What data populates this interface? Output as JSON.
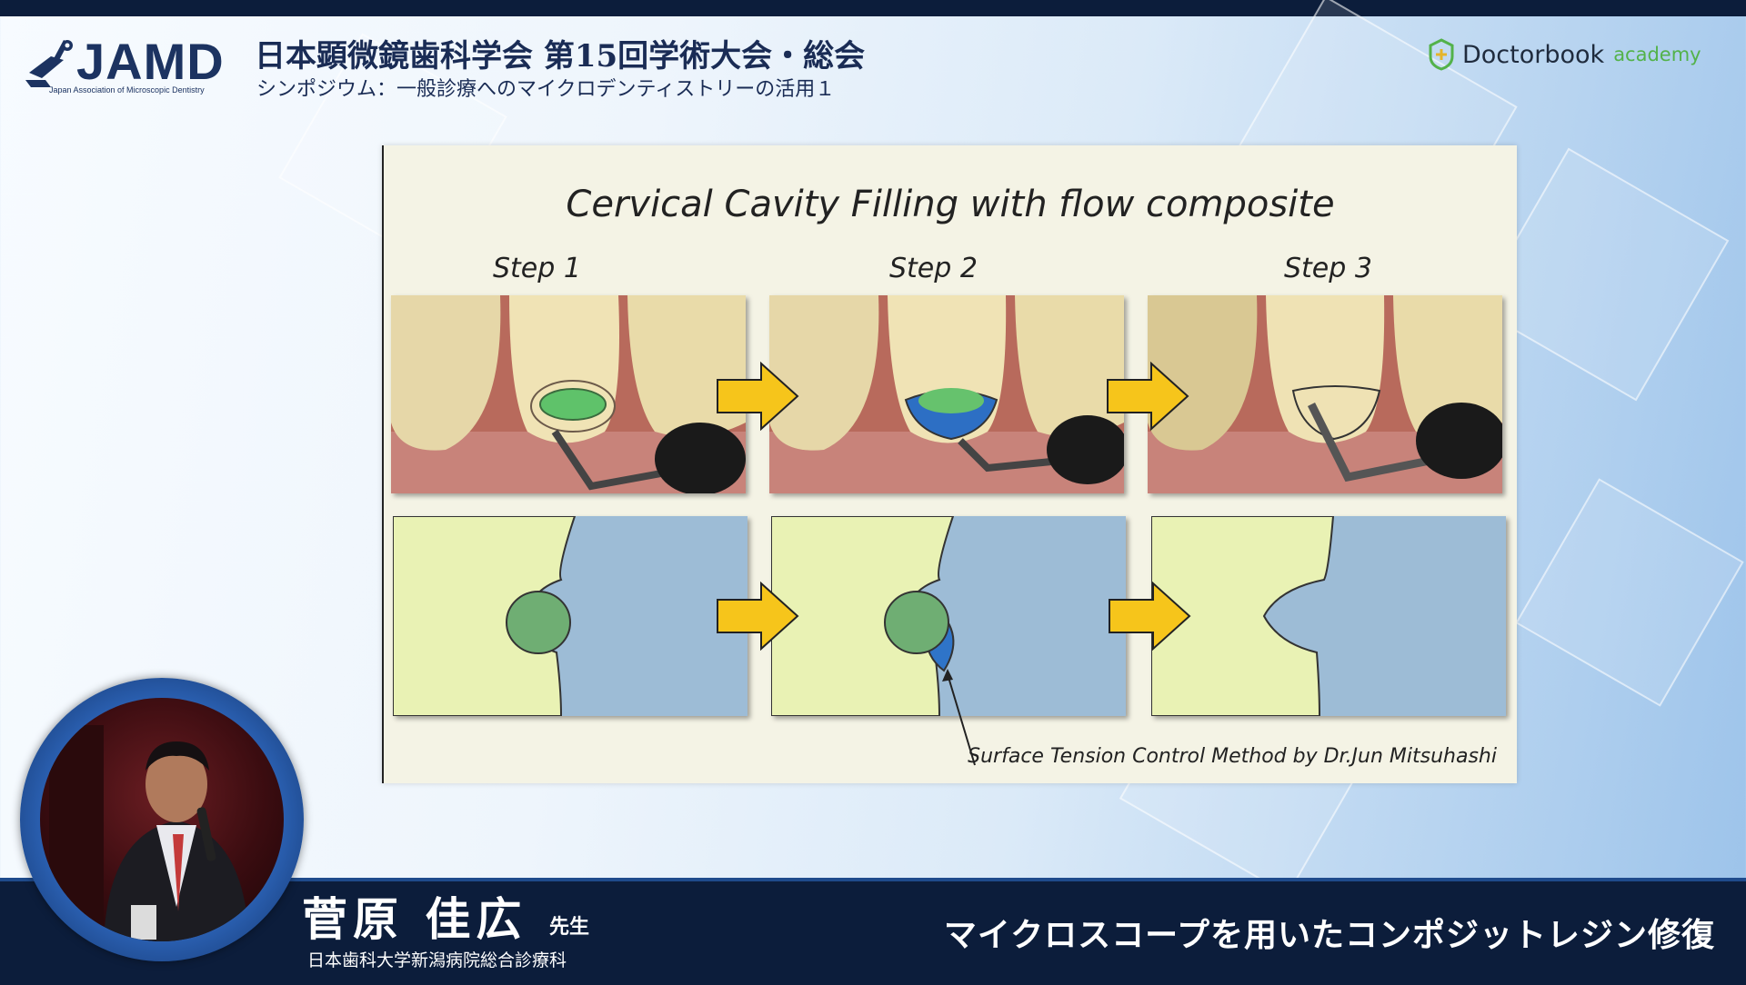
{
  "header": {
    "logo_text": "JAMD",
    "logo_sub": "Japan Association of Microscopic Dentistry",
    "conference_title": "日本顕微鏡歯科学会 第15回学術大会・総会",
    "session_subtitle": "シンポジウム：一般診療へのマイクロデンティストリーの活用１",
    "brand_name": "Doctorbook",
    "brand_sub": "academy"
  },
  "slide": {
    "title": "Cervical Cavity Filling with flow composite",
    "steps": [
      "Step 1",
      "Step 2",
      "Step 3"
    ],
    "credit": "Surface Tension Control Method by Dr.Jun Mitsuhashi"
  },
  "speaker": {
    "name": "菅原 佳広",
    "title": "先生",
    "affiliation": "日本歯科大学新潟病院総合診療科"
  },
  "talk_title": "マイクロスコープを用いたコンポジットレジン修復",
  "colors": {
    "navy": "#0c1d3b",
    "slide_bg": "#f4f3e5",
    "tooth_yellow": "#e9f2b4",
    "cavity_blue": "#9dbcd6",
    "composite_green": "#6fae73",
    "composite_blue": "#2f74c8",
    "arrow_yellow": "#f6c51b",
    "brand_green": "#53b24a"
  },
  "icons": [
    "jamd-logo-icon",
    "doctorbook-shield-icon",
    "arrow-right-icon"
  ]
}
